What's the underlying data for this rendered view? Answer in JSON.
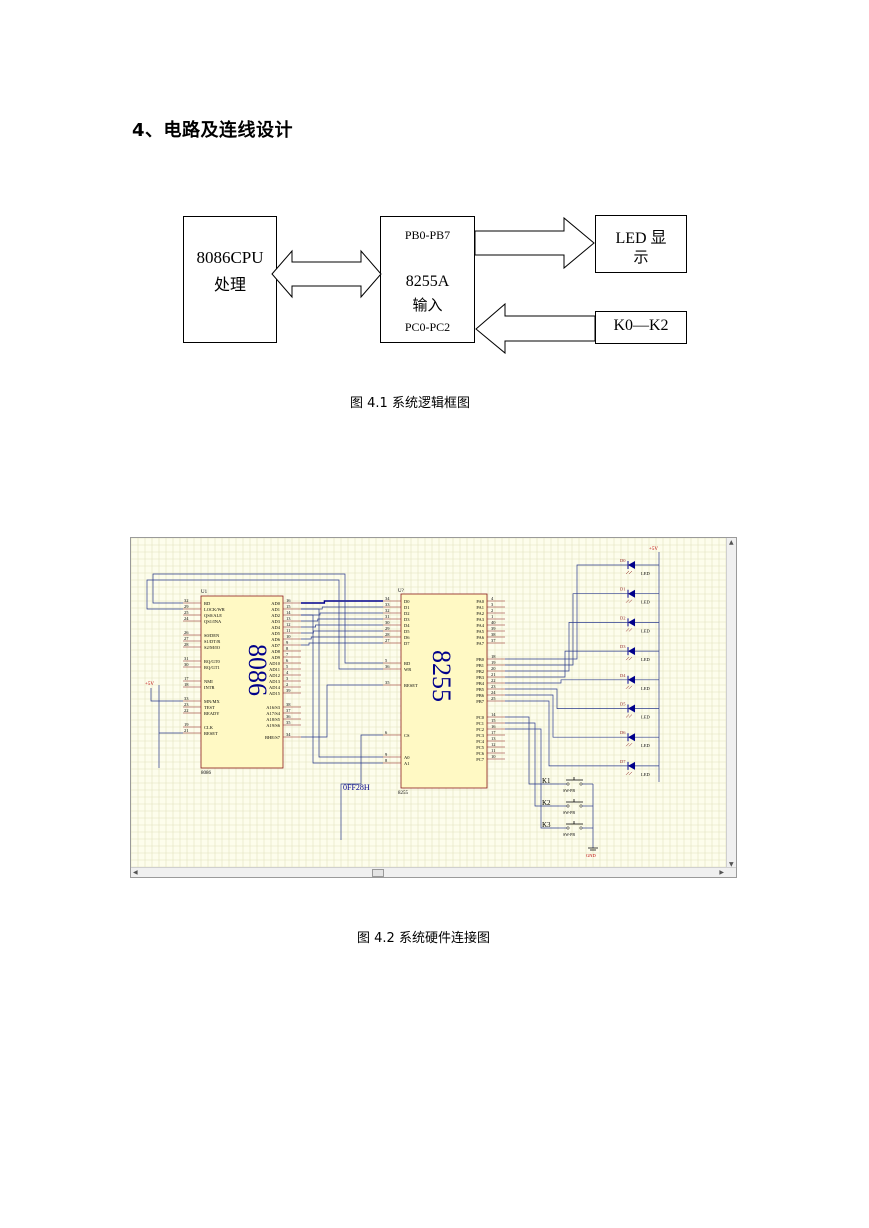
{
  "heading": "4、电路及连线设计",
  "block_diagram": {
    "cpu_line1": "8086CPU",
    "cpu_line2": "处理",
    "port_top": "PB0-PB7",
    "chip_line1": "8255A",
    "chip_line2": "输入",
    "port_bottom": "PC0-PC2",
    "led_line1": "LED 显",
    "led_line2": "示",
    "keys": "K0—K2"
  },
  "caption1": "图 4.1 系统逻辑框图",
  "schematic": {
    "u1_ref": "U1",
    "u1_name": "8086",
    "u1_part": "8086",
    "u1_left_pins": [
      {
        "num": "32",
        "name": "RD"
      },
      {
        "num": "29",
        "name": "LOCK/WR"
      },
      {
        "num": "25",
        "name": "QS0/ALE"
      },
      {
        "num": "24",
        "name": "QS1/INA"
      },
      {
        "num": "26",
        "name": "S0/DEN"
      },
      {
        "num": "27",
        "name": "S1/DT/R"
      },
      {
        "num": "28",
        "name": "S2/M/IO"
      },
      {
        "num": "31",
        "name": "RQ/GT0"
      },
      {
        "num": "30",
        "name": "RQ/GT1"
      },
      {
        "num": "17",
        "name": "NMI"
      },
      {
        "num": "18",
        "name": "INTR"
      },
      {
        "num": "33",
        "name": "MN/MX"
      },
      {
        "num": "23",
        "name": "TEST"
      },
      {
        "num": "22",
        "name": "READY"
      },
      {
        "num": "19",
        "name": "CLK"
      },
      {
        "num": "21",
        "name": "RESET"
      }
    ],
    "u1_right_pins": [
      {
        "num": "16",
        "name": "AD0"
      },
      {
        "num": "15",
        "name": "AD1"
      },
      {
        "num": "14",
        "name": "AD2"
      },
      {
        "num": "13",
        "name": "AD3"
      },
      {
        "num": "12",
        "name": "AD4"
      },
      {
        "num": "11",
        "name": "AD5"
      },
      {
        "num": "10",
        "name": "AD6"
      },
      {
        "num": "9",
        "name": "AD7"
      },
      {
        "num": "8",
        "name": "AD8"
      },
      {
        "num": "7",
        "name": "AD9"
      },
      {
        "num": "6",
        "name": "AD10"
      },
      {
        "num": "5",
        "name": "AD11"
      },
      {
        "num": "4",
        "name": "AD12"
      },
      {
        "num": "3",
        "name": "AD13"
      },
      {
        "num": "2",
        "name": "AD14"
      },
      {
        "num": "39",
        "name": "AD15"
      },
      {
        "num": "38",
        "name": "A16/S3"
      },
      {
        "num": "37",
        "name": "A17/S4"
      },
      {
        "num": "36",
        "name": "A18/S5"
      },
      {
        "num": "35",
        "name": "A19/S6"
      },
      {
        "num": "34",
        "name": "BHE/S7"
      }
    ],
    "u2_ref": "U?",
    "u2_name": "8255",
    "u2_part": "8255",
    "u2_left_pins": [
      {
        "num": "34",
        "name": "D0"
      },
      {
        "num": "33",
        "name": "D1"
      },
      {
        "num": "32",
        "name": "D2"
      },
      {
        "num": "31",
        "name": "D3"
      },
      {
        "num": "30",
        "name": "D4"
      },
      {
        "num": "29",
        "name": "D5"
      },
      {
        "num": "28",
        "name": "D6"
      },
      {
        "num": "27",
        "name": "D7"
      },
      {
        "num": "5",
        "name": "RD"
      },
      {
        "num": "36",
        "name": "WR"
      },
      {
        "num": "35",
        "name": "RESET"
      },
      {
        "num": "6",
        "name": "CS"
      },
      {
        "num": "9",
        "name": "A0"
      },
      {
        "num": "8",
        "name": "A1"
      }
    ],
    "u2_right_pins": [
      {
        "num": "4",
        "name": "PA0"
      },
      {
        "num": "3",
        "name": "PA1"
      },
      {
        "num": "2",
        "name": "PA2"
      },
      {
        "num": "1",
        "name": "PA3"
      },
      {
        "num": "40",
        "name": "PA4"
      },
      {
        "num": "39",
        "name": "PA5"
      },
      {
        "num": "38",
        "name": "PA6"
      },
      {
        "num": "37",
        "name": "PA7"
      },
      {
        "num": "18",
        "name": "PB0"
      },
      {
        "num": "19",
        "name": "PB1"
      },
      {
        "num": "20",
        "name": "PB2"
      },
      {
        "num": "21",
        "name": "PB3"
      },
      {
        "num": "22",
        "name": "PB4"
      },
      {
        "num": "23",
        "name": "PB5"
      },
      {
        "num": "24",
        "name": "PB6"
      },
      {
        "num": "25",
        "name": "PB7"
      },
      {
        "num": "14",
        "name": "PC0"
      },
      {
        "num": "15",
        "name": "PC1"
      },
      {
        "num": "16",
        "name": "PC2"
      },
      {
        "num": "17",
        "name": "PC3"
      },
      {
        "num": "13",
        "name": "PC4"
      },
      {
        "num": "12",
        "name": "PC5"
      },
      {
        "num": "11",
        "name": "PC6"
      },
      {
        "num": "10",
        "name": "PC7"
      }
    ],
    "address_label": "0FF28H",
    "vcc_label": "+5V",
    "gnd_label": "GND",
    "leds": [
      "D0",
      "D1",
      "D2",
      "D3",
      "D4",
      "D5",
      "D6",
      "D7"
    ],
    "led_label": "LED",
    "keys": [
      "K1",
      "K2",
      "K3"
    ],
    "key_part": "SW-PB",
    "colors": {
      "grid": "#e3e3bd",
      "wire": "#2a3a8c",
      "part": "#8b1a1a",
      "bg": "#fdfdec",
      "bus": "#00008b"
    }
  },
  "caption2": "图 4.2 系统硬件连接图"
}
